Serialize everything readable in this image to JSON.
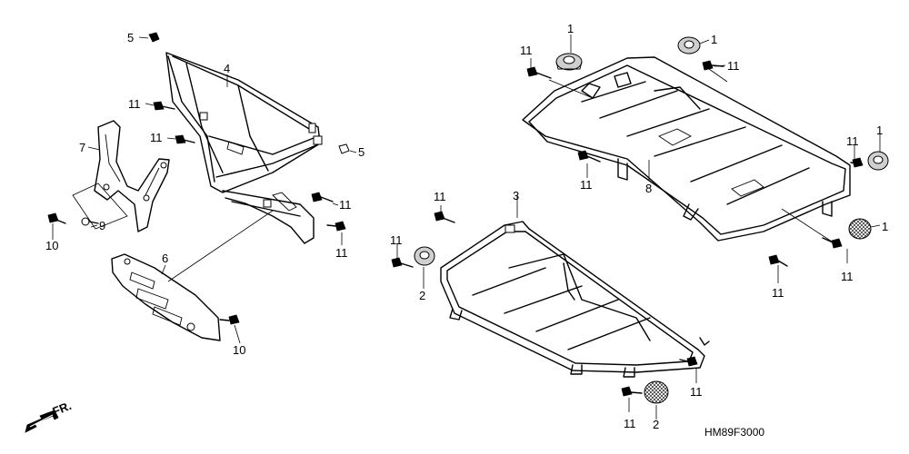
{
  "diagram": {
    "code": "HM89F3000",
    "direction": "FR.",
    "callouts": {
      "c1a": "1",
      "c1b": "1",
      "c1c": "1",
      "c1d": "1",
      "c2a": "2",
      "c2b": "2",
      "c3": "3",
      "c4": "4",
      "c5a": "5",
      "c5b": "5",
      "c6": "6",
      "c7": "7",
      "c8": "8",
      "c9": "9",
      "c10a": "10",
      "c10b": "10",
      "c11a": "11",
      "c11b": "11",
      "c11c": "11",
      "c11d": "11",
      "c11e": "11",
      "c11f": "11",
      "c11g": "11",
      "c11h": "11",
      "c11i": "11",
      "c11j": "11",
      "c11k": "11",
      "c11l": "11",
      "c11m": "11"
    }
  }
}
